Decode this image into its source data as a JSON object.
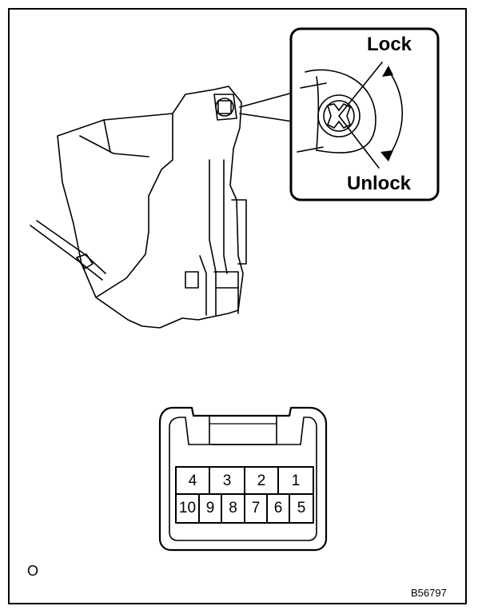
{
  "inset": {
    "lock_label": "Lock",
    "unlock_label": "Unlock"
  },
  "connector": {
    "top_row": [
      "4",
      "3",
      "2",
      "1"
    ],
    "bottom_row": [
      "10",
      "9",
      "8",
      "7",
      "6",
      "5"
    ]
  },
  "corner_mark": "O",
  "figure_code": "B56797"
}
